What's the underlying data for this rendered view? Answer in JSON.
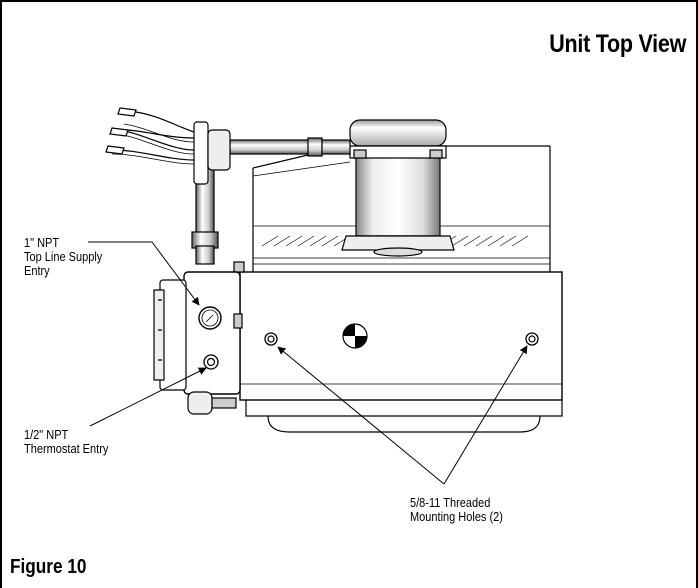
{
  "title": "Unit Top View",
  "caption": "Figure 10",
  "labels": {
    "supply_line1": "1\" NPT",
    "supply_line2": "Top Line Supply",
    "supply_line3": "Entry",
    "thermo_line1": "1/2\" NPT",
    "thermo_line2": "Thermostat Entry",
    "holes_line1": "5/8-11 Threaded",
    "holes_line2": "Mounting Holes (2)"
  }
}
